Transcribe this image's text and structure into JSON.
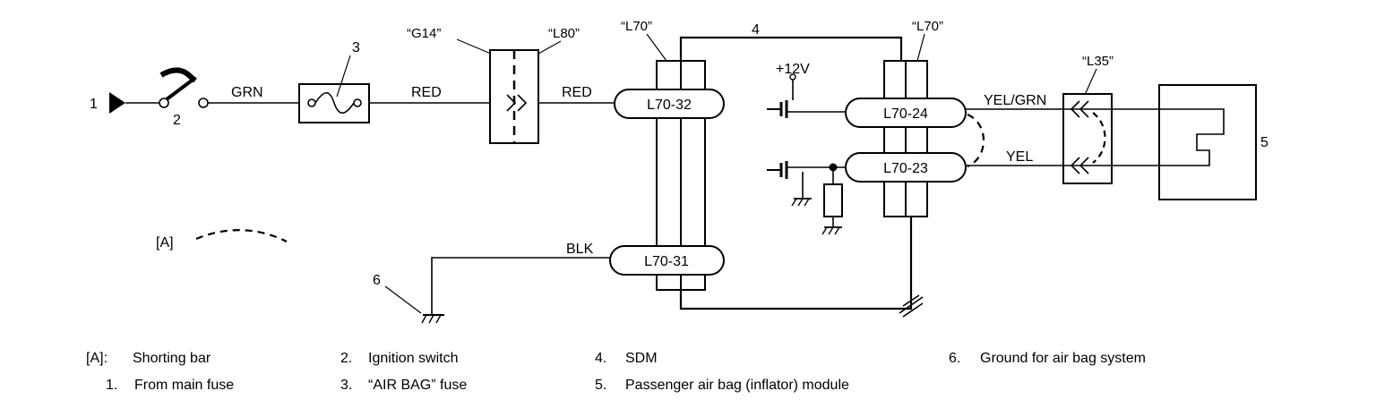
{
  "diagram": {
    "callouts": {
      "n1": "1",
      "n2": "2",
      "n3": "3",
      "n4": "4",
      "n5": "5",
      "n6": "6"
    },
    "wires": {
      "grn": "GRN",
      "red_a": "RED",
      "red_b": "RED",
      "blk": "BLK",
      "yel_grn": "YEL/GRN",
      "yel": "YEL"
    },
    "connectors": {
      "g14": "“G14”",
      "l80": "“L80”",
      "l70_left": "“L70”",
      "l70_right": "“L70”",
      "l35": "“L35”"
    },
    "terminals": {
      "t32": "L70-32",
      "t31": "L70-31",
      "t24": "L70-24",
      "t23": "L70-23"
    },
    "supply": "+12V",
    "shorting_bar_key": "[A]"
  },
  "legend": [
    {
      "key": "[A]:",
      "text": "Shorting bar"
    },
    {
      "key": "1.",
      "text": "From main fuse"
    },
    {
      "key": "2.",
      "text": "Ignition switch"
    },
    {
      "key": "3.",
      "text": "“AIR BAG” fuse"
    },
    {
      "key": "4.",
      "text": "SDM"
    },
    {
      "key": "5.",
      "text": "Passenger air bag (inflator) module"
    },
    {
      "key": "6.",
      "text": "Ground for air bag system"
    }
  ]
}
